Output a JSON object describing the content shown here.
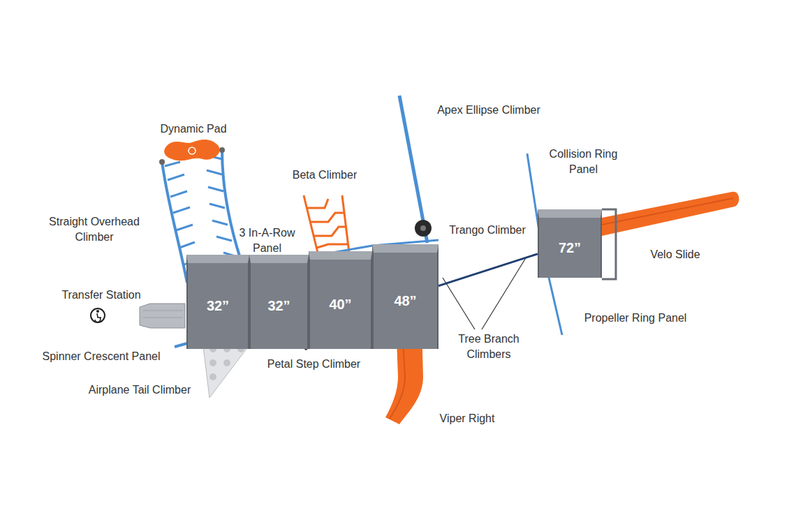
{
  "diagram": {
    "nodes": [
      {
        "text": [
          "32”"
        ]
      },
      {
        "text": [
          "32”"
        ]
      },
      {
        "text": [
          "40”"
        ]
      },
      {
        "text": [
          "48”"
        ]
      },
      {
        "text": [
          "72”"
        ]
      }
    ],
    "edges": [
      {
        "from": 3,
        "to": 4,
        "arrow": "none"
      }
    ],
    "labels": [
      "Dynamic Pad",
      "Straight Overhead Climber",
      "3 In-A-Row Panel",
      "Beta Climber",
      "Apex Ellipse Climber",
      "Trango Climber",
      "Collision Ring Panel",
      "Velo Slide",
      "Transfer Station",
      "Spinner Crescent Panel",
      "Airplane Tail Climber",
      "Petal Step Climber",
      "Tree Branch Climbers",
      "Viper Right",
      "Propeller Ring Panel"
    ]
  }
}
